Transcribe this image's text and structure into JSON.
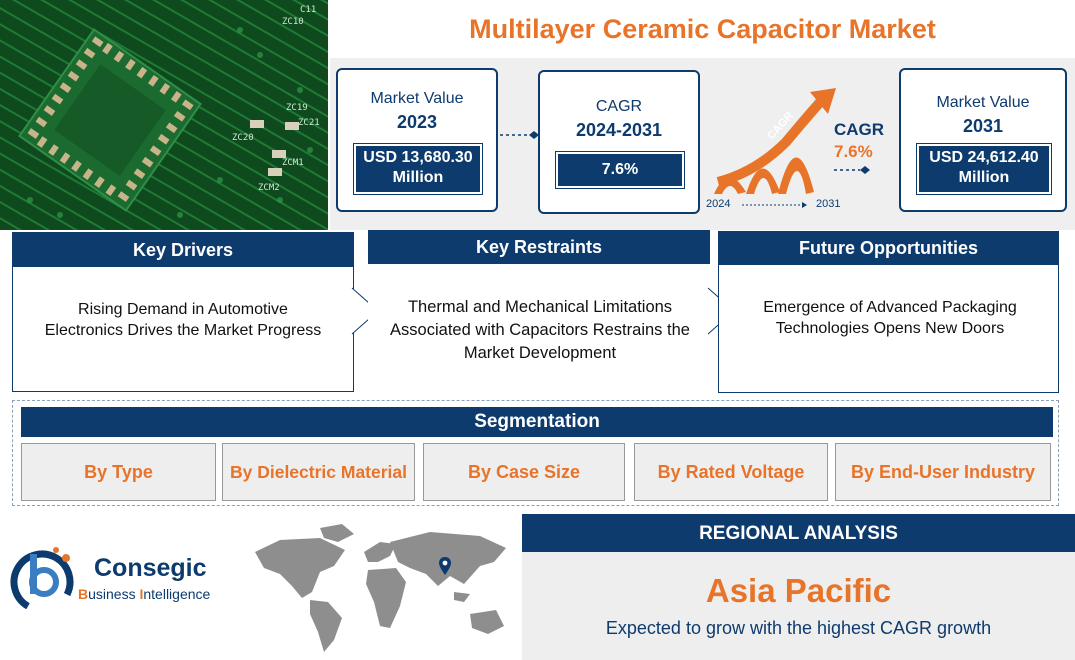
{
  "title": "Multilayer Ceramic Capacitor Market",
  "colors": {
    "navy": "#0d3b6e",
    "orange": "#e8742a",
    "band": "#efefef"
  },
  "pcb_image": {
    "silkscreen": [
      "C11",
      "ZC10",
      "ZC19",
      "ZC21",
      "ZC20",
      "ZCM1",
      "ZCM2"
    ]
  },
  "stats": {
    "market_value_2023": {
      "label": "Market Value",
      "year": "2023",
      "value": "USD 13,680.30 Million"
    },
    "cagr": {
      "label": "CAGR",
      "period": "2024-2031",
      "value": "7.6%"
    },
    "growth_graphic": {
      "arrow_label": "CAGR",
      "side_label": "CAGR",
      "side_value": "7.6%",
      "start": "2024",
      "end": "2031"
    },
    "market_value_2031": {
      "label": "Market Value",
      "year": "2031",
      "value": "USD 24,612.40 Million"
    }
  },
  "sections": [
    {
      "heading": "Key Drivers",
      "body": "Rising Demand in Automotive Electronics Drives the Market Progress"
    },
    {
      "heading": "Key Restraints",
      "body": "Thermal and Mechanical Limitations Associated with Capacitors Restrains the Market Development"
    },
    {
      "heading": "Future Opportunities",
      "body": "Emergence of Advanced Packaging Technologies Opens New Doors"
    }
  ],
  "segmentation": {
    "heading": "Segmentation",
    "items": [
      "By Type",
      "By Dielectric Material",
      "By Case Size",
      "By Rated Voltage",
      "By End-User Industry"
    ]
  },
  "logo": {
    "name_main": "Consegic",
    "b": "B",
    "usiness": "usiness ",
    "i": "I",
    "ntelligence": "ntelligence"
  },
  "regional": {
    "heading": "REGIONAL ANALYSIS",
    "region": "Asia Pacific",
    "note": "Expected to grow with the highest CAGR growth"
  },
  "icons": [
    "map-pin-icon",
    "world-map-icon",
    "growth-arrow-icon",
    "connector-arrow-icon"
  ]
}
